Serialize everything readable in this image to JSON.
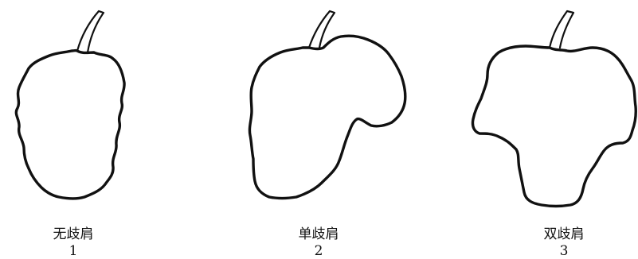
{
  "cluster_types": [
    {
      "name": "无歧肩",
      "number": "1"
    },
    {
      "name": "单歧肩",
      "number": "2"
    },
    {
      "name": "双歧肩",
      "number": "3"
    }
  ]
}
